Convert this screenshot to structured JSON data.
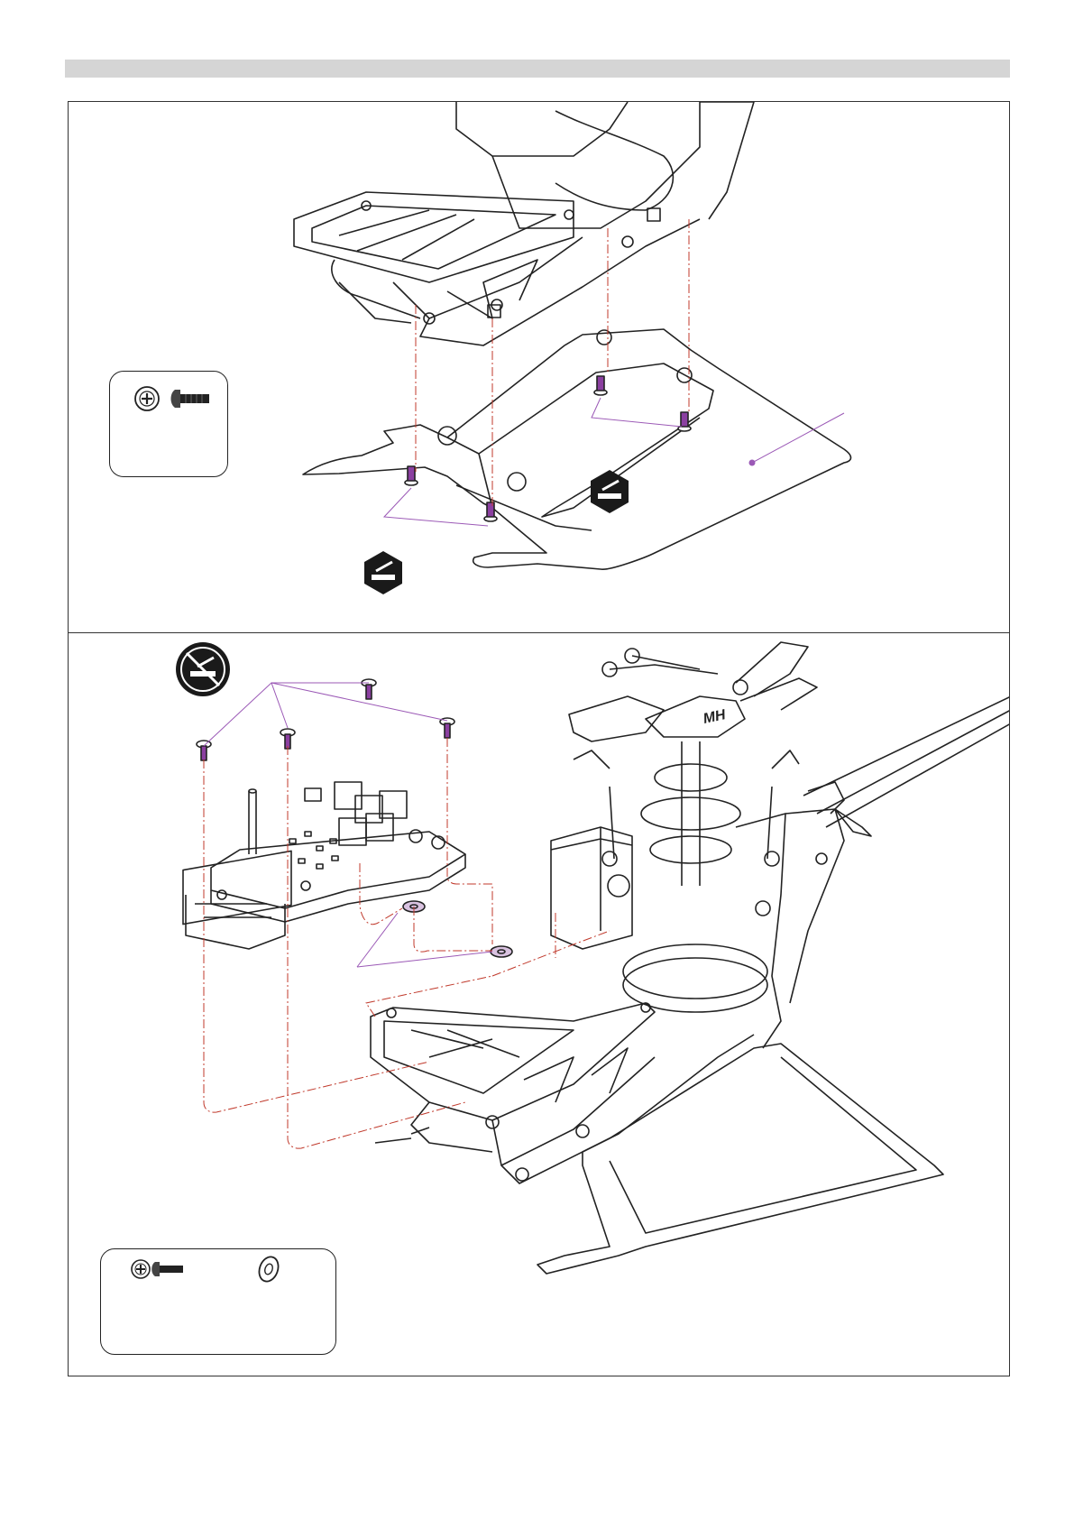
{
  "page": {
    "header_bar_color": "#d5d5d5"
  },
  "colors": {
    "line": "#222222",
    "screw_accent": "#8b3fa0",
    "guide_line": "#c0392b",
    "leader_line": "#9b59b6",
    "threadlock_badge": "#1a1a1a"
  },
  "step_top": {
    "parts_legend": {
      "icons": [
        "phillips-head-icon",
        "button-head-screw-icon"
      ]
    },
    "threadlock_badges": [
      "threadlock-icon",
      "threadlock-icon"
    ],
    "components": [
      "main-frame",
      "landing-skid",
      "mounting-screws"
    ]
  },
  "step_bottom": {
    "parts_legend": {
      "icons": [
        "phillips-head-icon",
        "button-head-screw-icon",
        "washer-icon"
      ]
    },
    "threadlock_badges": [
      "no-threadlock-icon"
    ],
    "components": [
      "receiver-board",
      "washers",
      "helicopter-body",
      "rotor-head",
      "tail-boom"
    ]
  }
}
